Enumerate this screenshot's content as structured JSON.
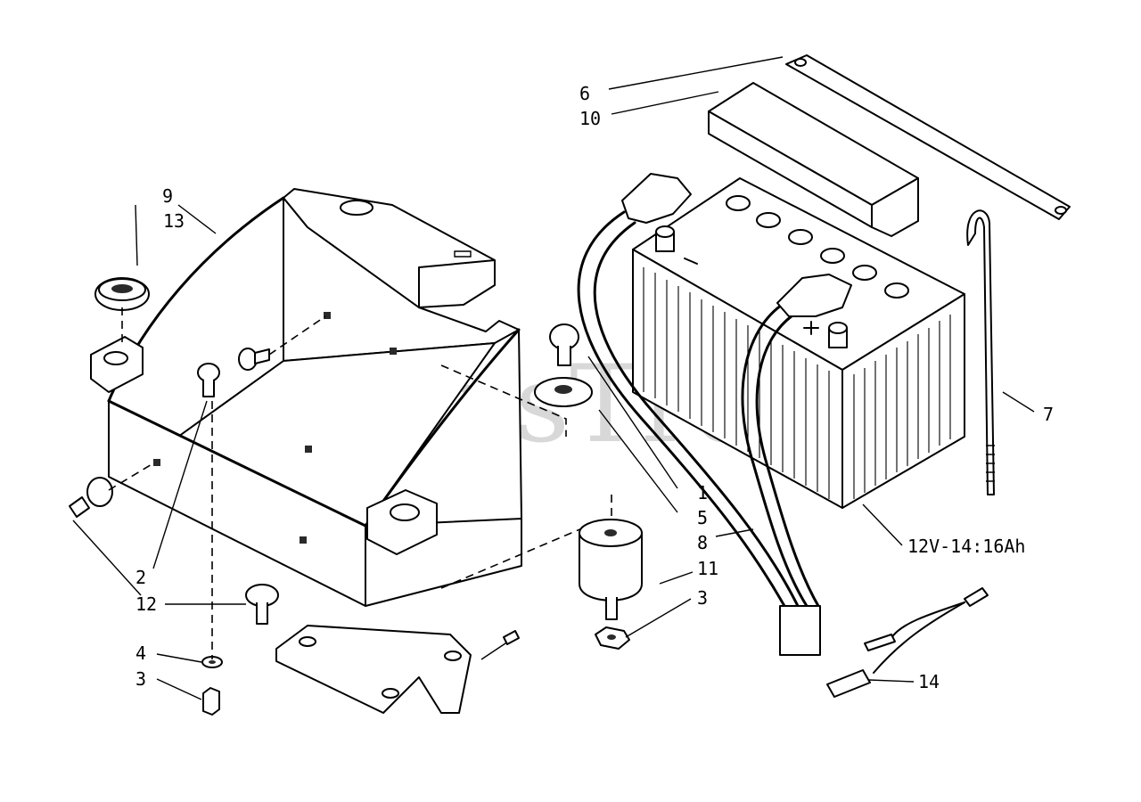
{
  "watermark": "PartsTree",
  "battery_spec": "12V-14:16Ah",
  "callouts": [
    {
      "id": "c1",
      "text": "1"
    },
    {
      "id": "c2",
      "text": "2"
    },
    {
      "id": "c3a",
      "text": "3"
    },
    {
      "id": "c3b",
      "text": "3"
    },
    {
      "id": "c4",
      "text": "4"
    },
    {
      "id": "c5",
      "text": "5"
    },
    {
      "id": "c6",
      "text": "6"
    },
    {
      "id": "c7",
      "text": "7"
    },
    {
      "id": "c8",
      "text": "8"
    },
    {
      "id": "c9",
      "text": "9"
    },
    {
      "id": "c10",
      "text": "10"
    },
    {
      "id": "c11",
      "text": "11"
    },
    {
      "id": "c12",
      "text": "12"
    },
    {
      "id": "c13",
      "text": "13"
    },
    {
      "id": "c14",
      "text": "14"
    }
  ]
}
